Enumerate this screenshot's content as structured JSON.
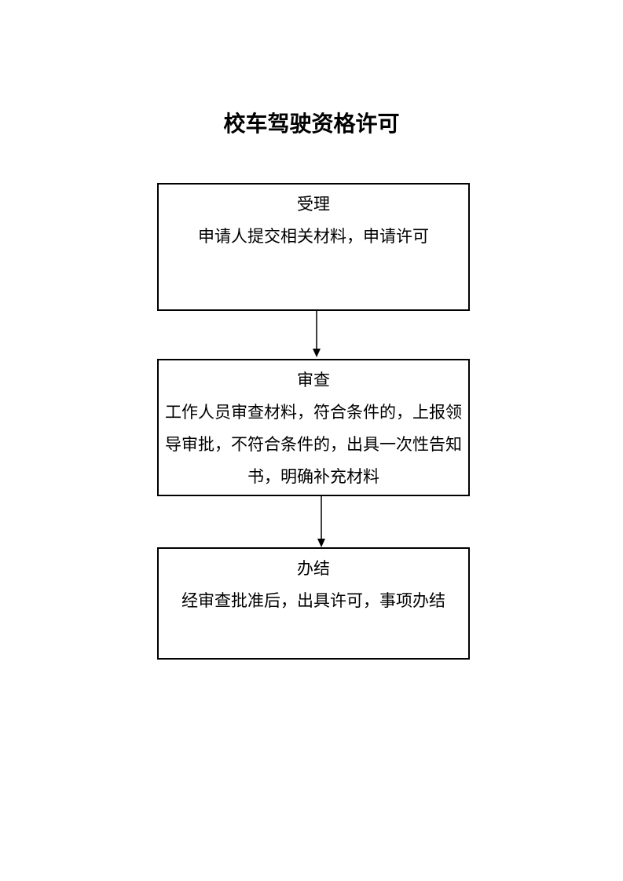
{
  "document": {
    "title": "校车驾驶资格许可"
  },
  "flowchart": {
    "steps": [
      {
        "heading": "受理",
        "body_lines": [
          "申请人提交相关材料，申请许可"
        ]
      },
      {
        "heading": "审查",
        "body_lines": [
          "工作人员审查材料，符合条件的，上报领",
          "导审批，不符合条件的，出具一次性告知",
          "书，明确补充材料"
        ]
      },
      {
        "heading": "办结",
        "body_lines": [
          "经审查批准后，出具许可，事项办结"
        ]
      }
    ],
    "connectors": [
      "arrow-down",
      "arrow-down"
    ]
  },
  "colors": {
    "text": "#000000",
    "border": "#000000",
    "background": "#ffffff"
  }
}
